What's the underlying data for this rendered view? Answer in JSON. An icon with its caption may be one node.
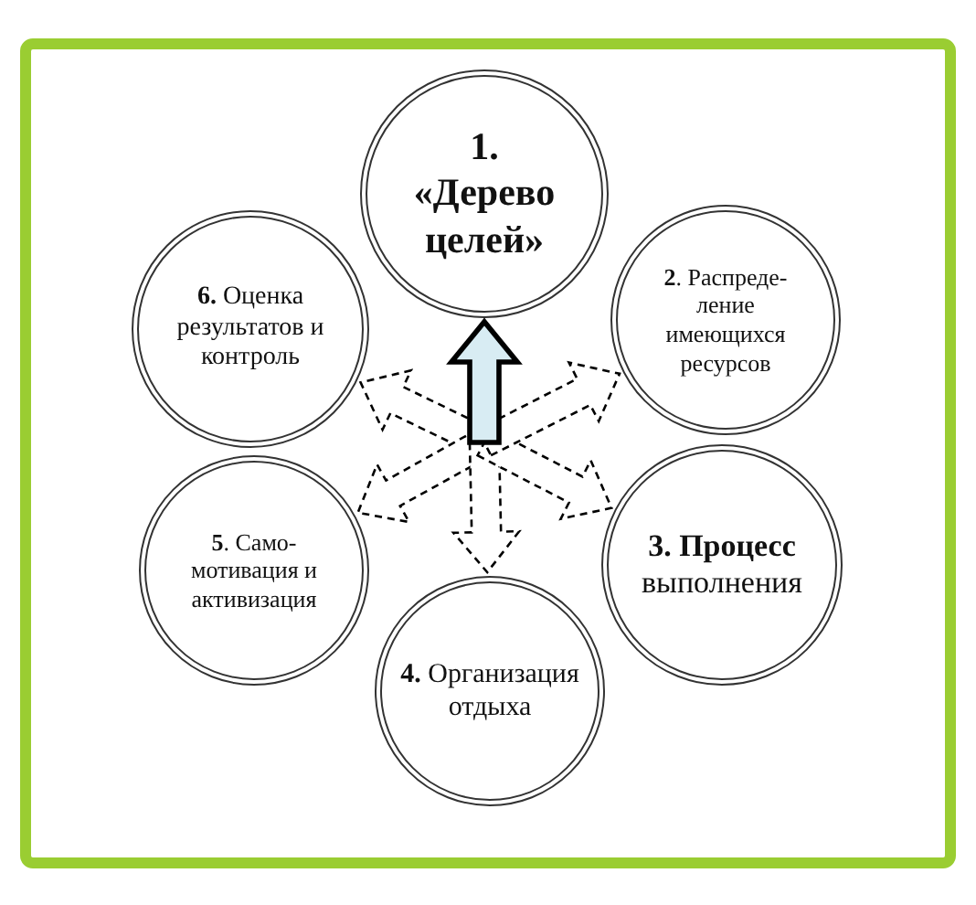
{
  "diagram": {
    "nodes": [
      {
        "text": [
          "1. «Дерево целей»"
        ]
      },
      {
        "text": [
          "**2**. Распреде- ление имеющихся ресурсов"
        ]
      },
      {
        "text": [
          "**3. Процесс** выполнения"
        ]
      },
      {
        "text": [
          "**4.** Организация отдыха"
        ]
      },
      {
        "text": [
          "**5**. Само- мотивация и активизация"
        ]
      },
      {
        "text": [
          "**6.** Оценка результатов и контроль"
        ]
      }
    ],
    "edges": [
      {
        "from": null,
        "to": 0,
        "arrow": "to",
        "style": "thick"
      },
      {
        "from": null,
        "to": 1,
        "arrow": "to",
        "style": "dashed"
      },
      {
        "from": null,
        "to": 2,
        "arrow": "to",
        "style": "dashed"
      },
      {
        "from": null,
        "to": 3,
        "arrow": "to",
        "style": "dashed"
      },
      {
        "from": null,
        "to": 4,
        "arrow": "to",
        "style": "dashed"
      },
      {
        "from": null,
        "to": 5,
        "arrow": "to",
        "style": "dashed"
      }
    ]
  }
}
